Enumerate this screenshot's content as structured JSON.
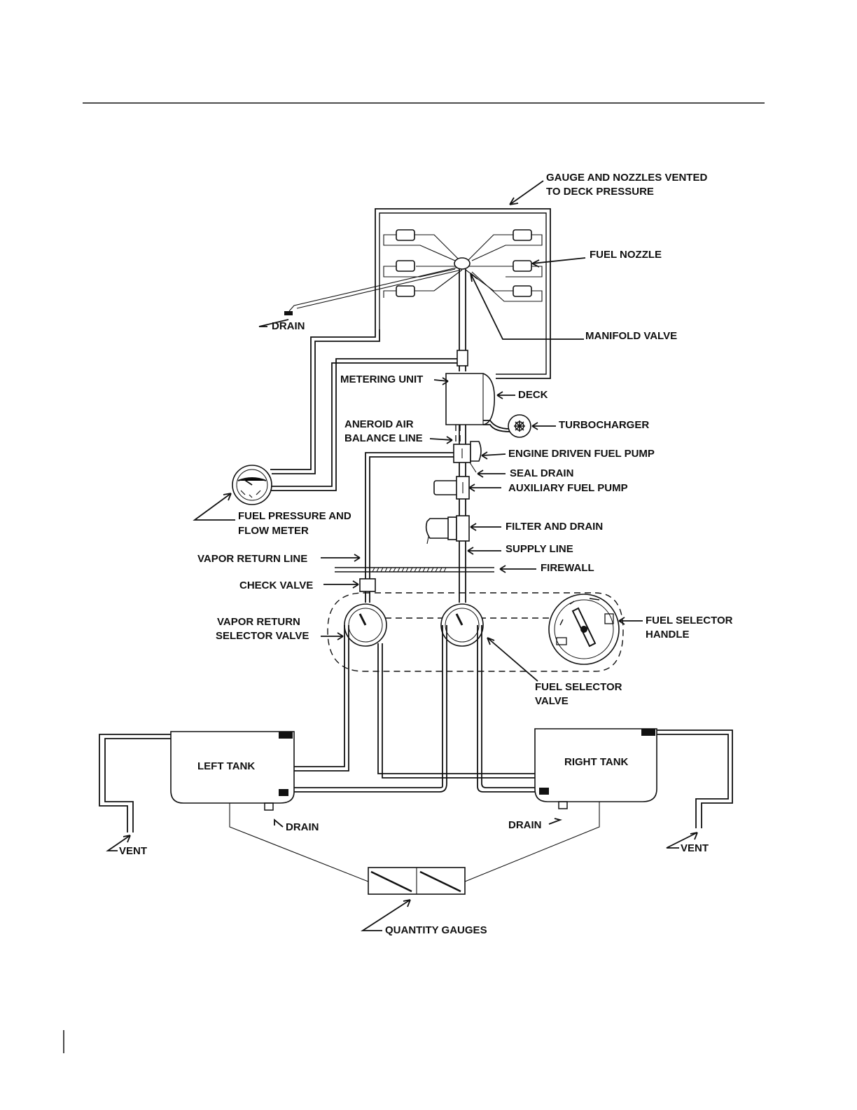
{
  "labels": {
    "gauge_vented_1": "GAUGE AND NOZZLES VENTED",
    "gauge_vented_2": "TO DECK PRESSURE",
    "fuel_nozzle": "FUEL NOZZLE",
    "drain_top": "DRAIN",
    "manifold_valve": "MANIFOLD VALVE",
    "metering_unit": "METERING UNIT",
    "deck": "DECK",
    "aneroid_1": "ANEROID AIR",
    "aneroid_2": "BALANCE LINE",
    "turbocharger": "TURBOCHARGER",
    "engine_pump": "ENGINE DRIVEN FUEL PUMP",
    "seal_drain": "SEAL DRAIN",
    "aux_pump": "AUXILIARY FUEL PUMP",
    "fuel_pressure_1": "FUEL PRESSURE AND",
    "fuel_pressure_2": "FLOW METER",
    "filter_drain": "FILTER AND DRAIN",
    "supply_line": "SUPPLY LINE",
    "vapor_return_line": "VAPOR RETURN LINE",
    "firewall": "FIREWALL",
    "check_valve": "CHECK VALVE",
    "vapor_selector_1": "VAPOR RETURN",
    "vapor_selector_2": "SELECTOR VALVE",
    "selector_handle_1": "FUEL SELECTOR",
    "selector_handle_2": "HANDLE",
    "fuel_selector_valve_1": "FUEL SELECTOR",
    "fuel_selector_valve_2": "VALVE",
    "left_tank": "LEFT TANK",
    "right_tank": "RIGHT TANK",
    "drain_left": "DRAIN",
    "drain_right": "DRAIN",
    "vent_left": "VENT",
    "vent_right": "VENT",
    "quantity_gauges": "QUANTITY GAUGES"
  }
}
